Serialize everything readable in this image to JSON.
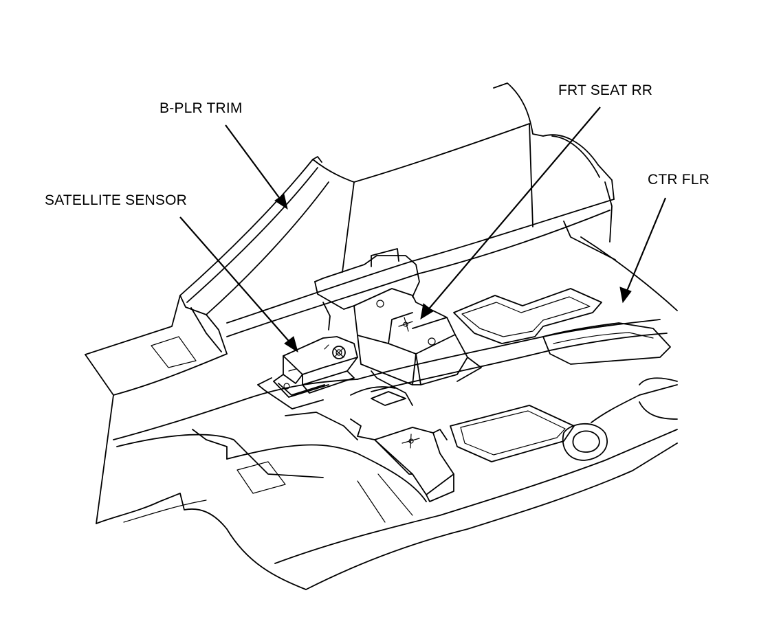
{
  "labels": {
    "b_pillar_trim": "B-PLR TRIM",
    "satellite_sensor": "SATELLITE SENSOR",
    "front_seat_rear": "FRT SEAT RR",
    "center_floor": "CTR FLR"
  }
}
